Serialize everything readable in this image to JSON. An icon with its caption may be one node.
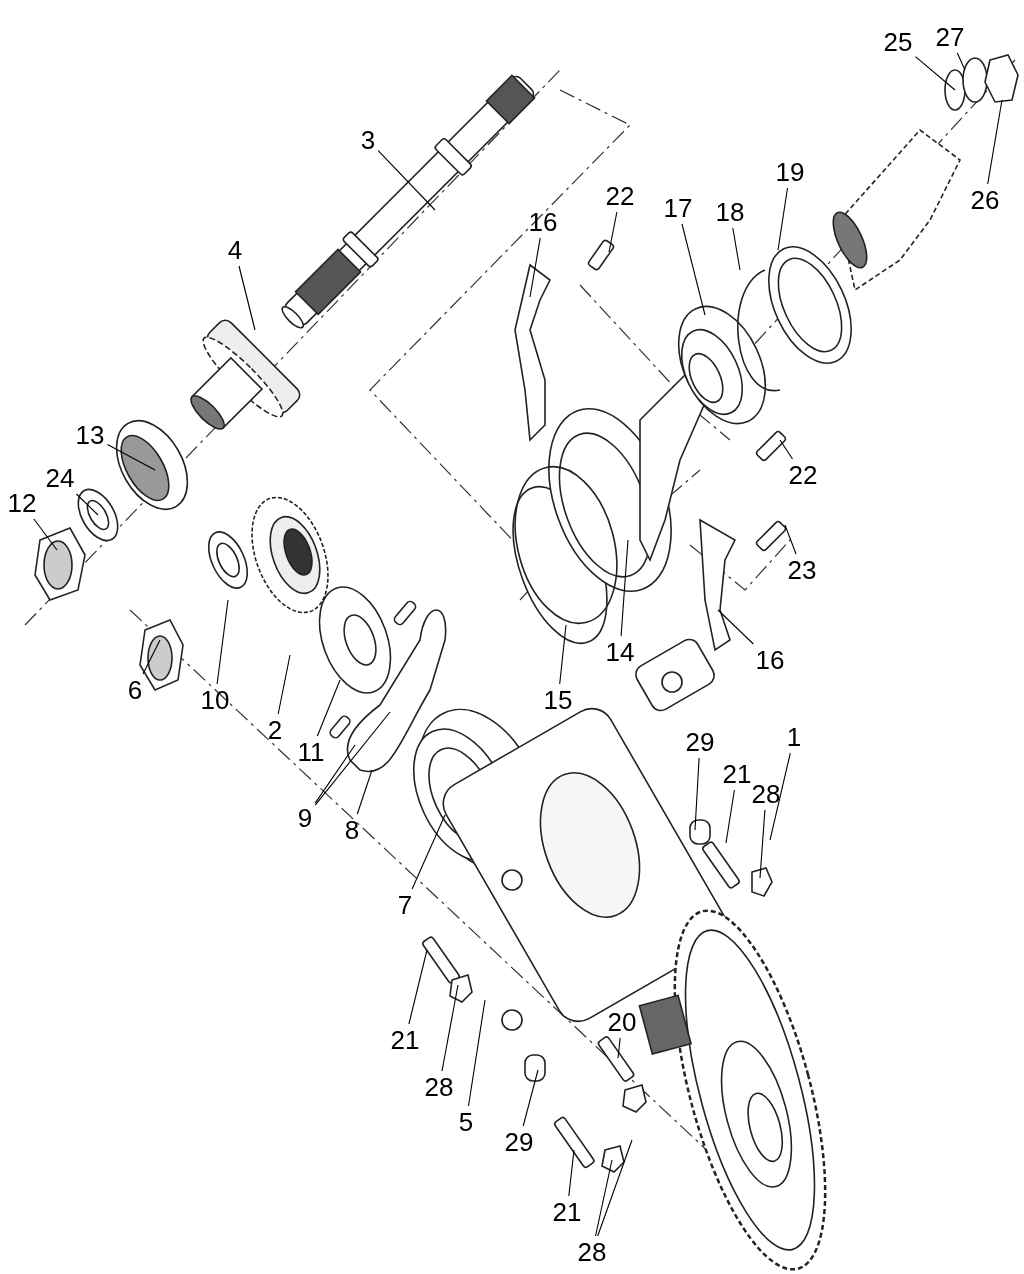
{
  "diagram": {
    "nodes": [
      {
        "text": [
          "3"
        ]
      },
      {
        "text": [
          "4"
        ]
      },
      {
        "text": [
          "13"
        ]
      },
      {
        "text": [
          "24"
        ]
      },
      {
        "text": [
          "12"
        ]
      },
      {
        "text": [
          "6"
        ]
      },
      {
        "text": [
          "10"
        ]
      },
      {
        "text": [
          "2"
        ]
      },
      {
        "text": [
          "11"
        ]
      },
      {
        "text": [
          "9"
        ]
      },
      {
        "text": [
          "8"
        ]
      },
      {
        "text": [
          "7"
        ]
      },
      {
        "text": [
          "16"
        ]
      },
      {
        "text": [
          "22"
        ]
      },
      {
        "text": [
          "17"
        ]
      },
      {
        "text": [
          "18"
        ]
      },
      {
        "text": [
          "19"
        ]
      },
      {
        "text": [
          "25"
        ]
      },
      {
        "text": [
          "27"
        ]
      },
      {
        "text": [
          "26"
        ]
      },
      {
        "text": [
          "22"
        ]
      },
      {
        "text": [
          "23"
        ]
      },
      {
        "text": [
          "16"
        ]
      },
      {
        "text": [
          "15"
        ]
      },
      {
        "text": [
          "14"
        ]
      },
      {
        "text": [
          "29"
        ]
      },
      {
        "text": [
          "21"
        ]
      },
      {
        "text": [
          "28"
        ]
      },
      {
        "text": [
          "1"
        ]
      },
      {
        "text": [
          "21"
        ]
      },
      {
        "text": [
          "28"
        ]
      },
      {
        "text": [
          "5"
        ]
      },
      {
        "text": [
          "20"
        ]
      },
      {
        "text": [
          "29"
        ]
      },
      {
        "text": [
          "21"
        ]
      },
      {
        "text": [
          "28"
        ]
      }
    ],
    "edges": [
      {
        "from": 0,
        "to": null,
        "arrow": "none"
      },
      {
        "from": 1,
        "to": null,
        "arrow": "none"
      },
      {
        "from": 2,
        "to": null,
        "arrow": "none"
      },
      {
        "from": 3,
        "to": null,
        "arrow": "none"
      },
      {
        "from": 4,
        "to": null,
        "arrow": "none"
      },
      {
        "from": 5,
        "to": null,
        "arrow": "none"
      },
      {
        "from": 6,
        "to": null,
        "arrow": "none"
      },
      {
        "from": 7,
        "to": null,
        "arrow": "none"
      },
      {
        "from": 8,
        "to": null,
        "arrow": "none"
      },
      {
        "from": 9,
        "to": null,
        "arrow": "none"
      },
      {
        "from": 9,
        "to": null,
        "arrow": "none"
      },
      {
        "from": 10,
        "to": null,
        "arrow": "none"
      },
      {
        "from": 11,
        "to": null,
        "arrow": "none"
      },
      {
        "from": 12,
        "to": null,
        "arrow": "none"
      },
      {
        "from": 13,
        "to": null,
        "arrow": "none"
      },
      {
        "from": 14,
        "to": null,
        "arrow": "none"
      },
      {
        "from": 15,
        "to": null,
        "arrow": "none"
      },
      {
        "from": 16,
        "to": null,
        "arrow": "none"
      },
      {
        "from": 17,
        "to": null,
        "arrow": "none"
      },
      {
        "from": 18,
        "to": null,
        "arrow": "none"
      },
      {
        "from": 19,
        "to": null,
        "arrow": "none"
      },
      {
        "from": 20,
        "to": null,
        "arrow": "none"
      },
      {
        "from": 21,
        "to": null,
        "arrow": "none"
      },
      {
        "from": 22,
        "to": null,
        "arrow": "none"
      },
      {
        "from": 23,
        "to": null,
        "arrow": "none"
      },
      {
        "from": 24,
        "to": null,
        "arrow": "none"
      },
      {
        "from": 25,
        "to": null,
        "arrow": "none"
      },
      {
        "from": 26,
        "to": null,
        "arrow": "none"
      },
      {
        "from": 27,
        "to": null,
        "arrow": "none"
      },
      {
        "from": 28,
        "to": null,
        "arrow": "none"
      },
      {
        "from": 29,
        "to": null,
        "arrow": "none"
      },
      {
        "from": 30,
        "to": null,
        "arrow": "none"
      },
      {
        "from": 31,
        "to": null,
        "arrow": "none"
      },
      {
        "from": 32,
        "to": null,
        "arrow": "none"
      },
      {
        "from": 33,
        "to": null,
        "arrow": "none"
      },
      {
        "from": 34,
        "to": null,
        "arrow": "none"
      },
      {
        "from": 35,
        "to": null,
        "arrow": "none"
      },
      {
        "from": 35,
        "to": null,
        "arrow": "none"
      }
    ]
  }
}
